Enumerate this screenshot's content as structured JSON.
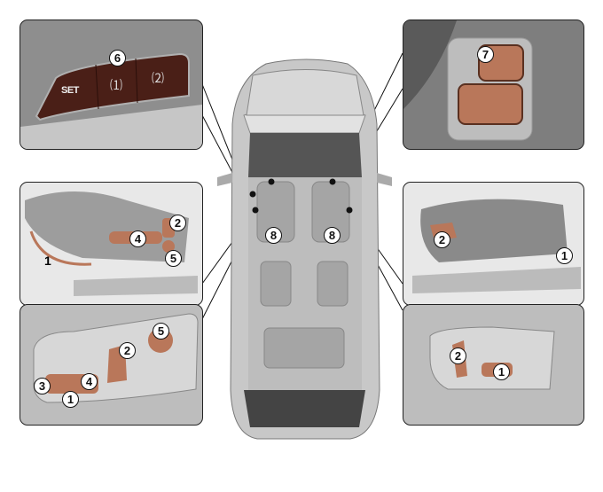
{
  "figure": {
    "panels": {
      "memory_switch": {
        "set_label": "SET",
        "callout": "6"
      },
      "headrest_switch": {
        "callout": "7"
      },
      "seat_side_left": {
        "callouts": [
          "2",
          "4",
          "5",
          "1"
        ]
      },
      "seat_controls_left": {
        "callouts": [
          "5",
          "2",
          "3",
          "4",
          "1"
        ]
      },
      "seat_side_right": {
        "callouts": [
          "2",
          "1"
        ]
      },
      "seat_controls_right": {
        "callouts": [
          "2",
          "1"
        ]
      }
    },
    "car": {
      "callouts": [
        "8",
        "8"
      ]
    },
    "colors": {
      "switch_brown": "#b9775a",
      "memory_button": "#4a1f17",
      "panel_grey": "#cfcfcf"
    }
  }
}
